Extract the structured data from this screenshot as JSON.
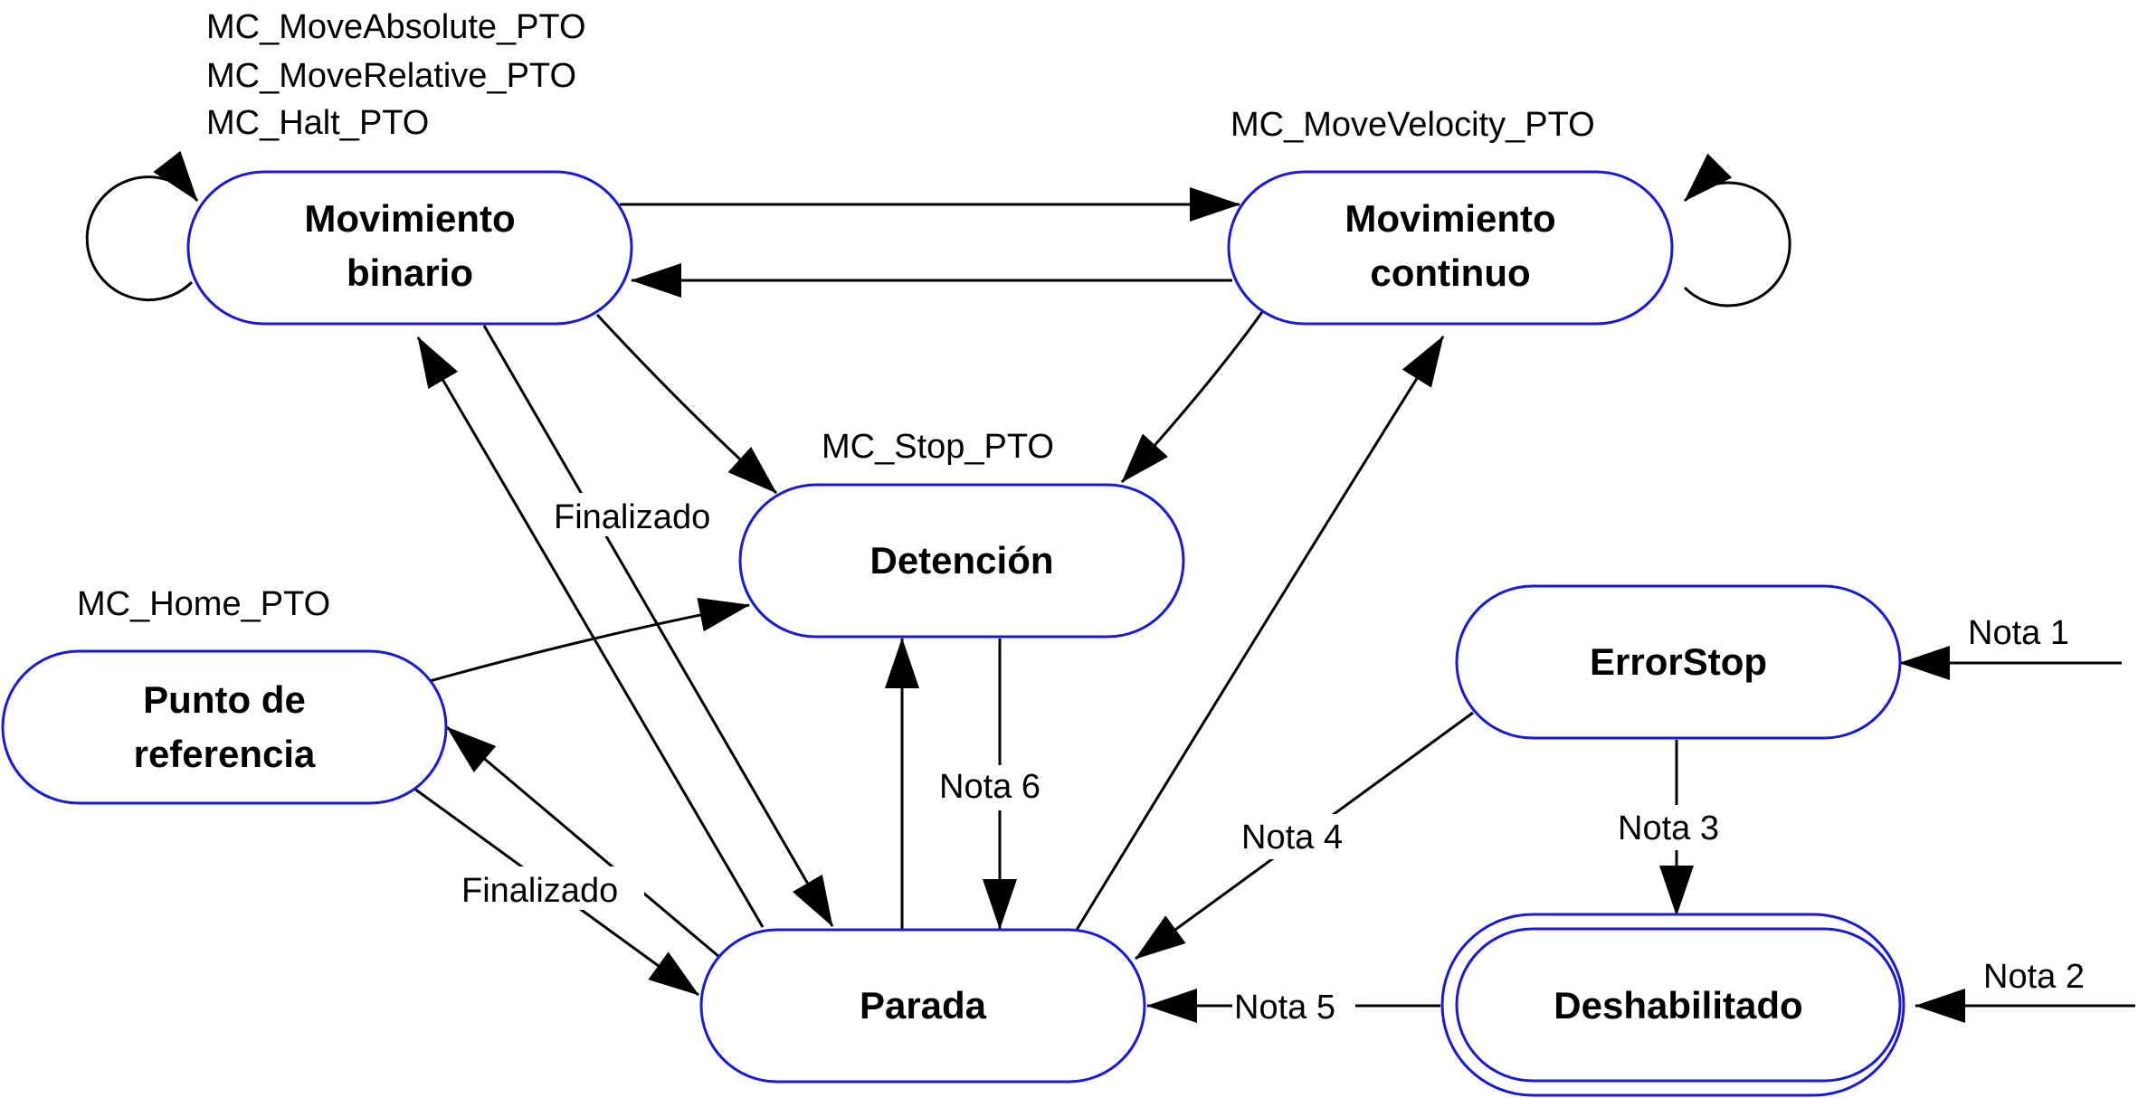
{
  "states": {
    "movimiento_binario": {
      "line1": "Movimiento",
      "line2": "binario"
    },
    "movimiento_continuo": {
      "line1": "Movimiento",
      "line2": "continuo"
    },
    "detencion": {
      "line1": "Detención"
    },
    "punto_referencia": {
      "line1": "Punto de",
      "line2": "referencia"
    },
    "error_stop": {
      "line1": "ErrorStop"
    },
    "parada": {
      "line1": "Parada"
    },
    "deshabilitado": {
      "line1": "Deshabilitado"
    }
  },
  "function_labels": {
    "move_absolute": "MC_MoveAbsolute_PTO",
    "move_relative": "MC_MoveRelative_PTO",
    "halt": "MC_Halt_PTO",
    "move_velocity": "MC_MoveVelocity_PTO",
    "stop": "MC_Stop_PTO",
    "home": "MC_Home_PTO"
  },
  "transition_labels": {
    "finalizado_binary": "Finalizado",
    "finalizado_home": "Finalizado",
    "nota1": "Nota 1",
    "nota2": "Nota 2",
    "nota3": "Nota 3",
    "nota4": "Nota 4",
    "nota5": "Nota 5",
    "nota6": "Nota 6"
  }
}
